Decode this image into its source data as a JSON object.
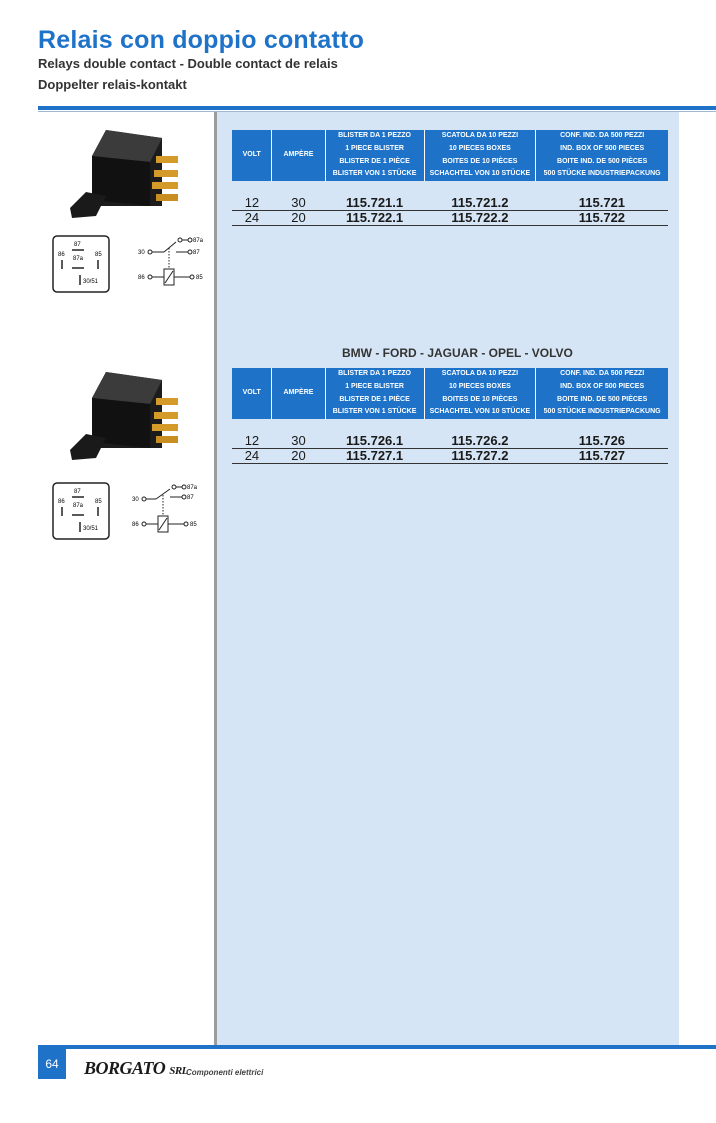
{
  "header": {
    "title": "Relais con doppio contatto",
    "subtitle_1": "Relays double contact - Double contact de relais",
    "subtitle_2": "Doppelter relais-kontakt"
  },
  "columns": {
    "volt": "VOLT",
    "ampere": "AMPÈRE",
    "blister": [
      "BLISTER DA 1 PEZZO",
      "1 PIECE BLISTER",
      "BLISTER DE 1 PIÈCE",
      "BLISTER VON 1 STÜCKE"
    ],
    "box10": [
      "SCATOLA DA 10 PEZZI",
      "10 PIECES BOXES",
      "BOITES DE 10 PIÈCES",
      "SCHACHTEL VON 10 STÜCKE"
    ],
    "box500": [
      "CONF. IND. DA 500 PEZZI",
      "IND. BOX OF 500 PIECES",
      "BOITE IND. DE 500 PIÈCES",
      "500 STÜCKE INDUSTRIEPACKUNG"
    ]
  },
  "section1": {
    "rows": [
      {
        "volt": "12",
        "ampere": "30",
        "blister": "115.721.1",
        "box10": "115.721.2",
        "box500": "115.721"
      },
      {
        "volt": "24",
        "ampere": "20",
        "blister": "115.722.1",
        "box10": "115.722.2",
        "box500": "115.722"
      }
    ]
  },
  "section2": {
    "brands": "BMW - FORD - JAGUAR - OPEL - VOLVO",
    "rows": [
      {
        "volt": "12",
        "ampere": "30",
        "blister": "115.726.1",
        "box10": "115.726.2",
        "box500": "115.726"
      },
      {
        "volt": "24",
        "ampere": "20",
        "blister": "115.727.1",
        "box10": "115.727.2",
        "box500": "115.727"
      }
    ]
  },
  "diagram": {
    "pins": {
      "p87": "87",
      "p86": "86",
      "p87a": "87a",
      "p85": "85",
      "p3051": "30/51",
      "p30": "30"
    }
  },
  "footer": {
    "page_number": "64",
    "brand": "BORGATO",
    "brand_suffix": "SRL",
    "tagline": "Componenti elettrici"
  },
  "colors": {
    "accent": "#1e73c9",
    "panel": "#d6e5f5"
  }
}
